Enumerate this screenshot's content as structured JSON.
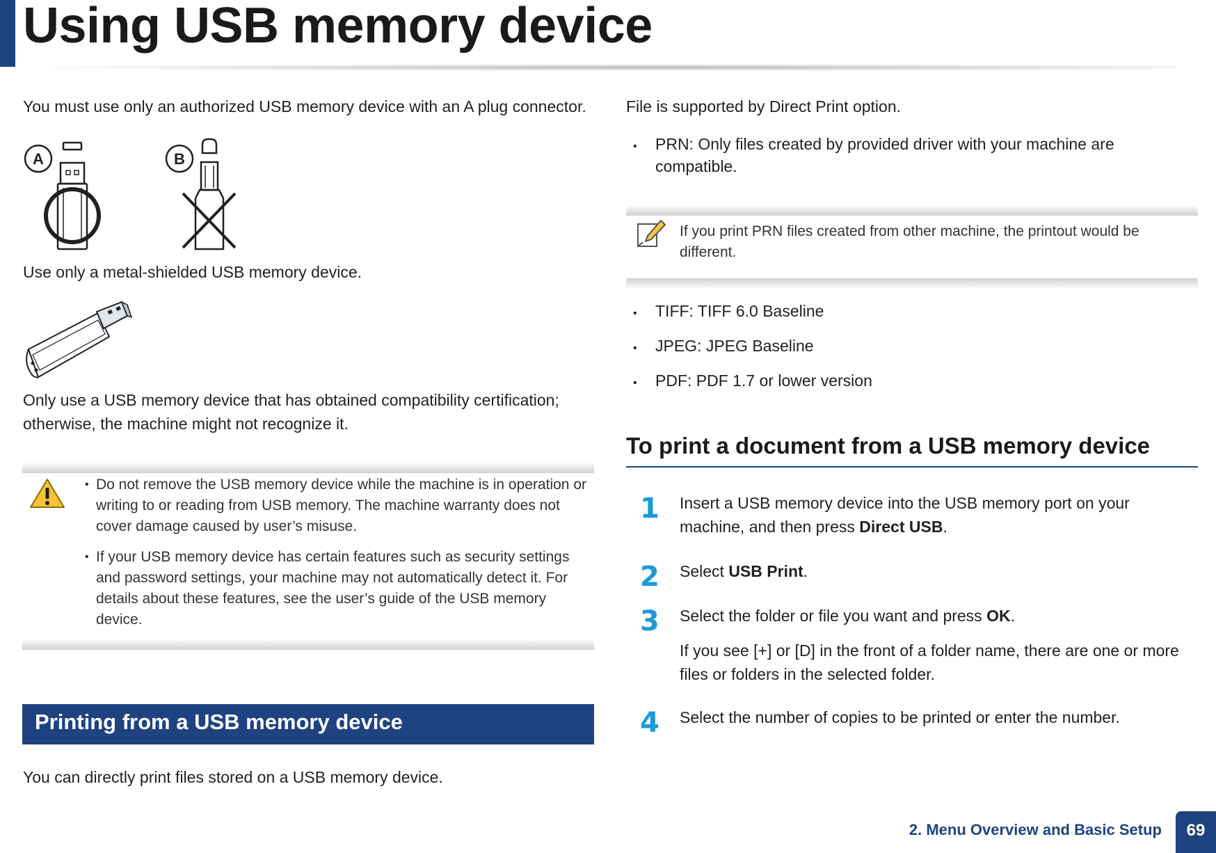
{
  "page": {
    "title": "Using USB memory device",
    "footer_section": "2. Menu Overview and Basic Setup",
    "page_number": "69"
  },
  "left": {
    "p1": "You must use only an authorized USB memory device with an A plug connector.",
    "plug_a_label": "A",
    "plug_b_label": "B",
    "p2": "Use only a metal-shielded USB memory device.",
    "p3_line1": "Only use a USB memory device that has obtained compatibility certification;",
    "p3_line2": "otherwise, the machine might not recognize it.",
    "caution_items": [
      "Do not remove the USB memory device while the machine is in operation or writing to or reading from USB memory. The machine warranty does not cover damage caused by user’s misuse.",
      "If your USB memory device has certain features such as security settings and password settings, your machine may not automatically detect it. For details about these features, see the user’s guide of the USB memory device."
    ],
    "section_title": "Printing from a USB memory device",
    "p4": "You can directly print files stored on a USB memory device."
  },
  "right": {
    "p1": "File is supported by Direct Print option.",
    "prn_line1": "PRN: Only files created by provided driver with your machine are",
    "prn_line2": "compatible.",
    "note_text": "If you print PRN files created from other machine, the printout would be different.",
    "formats": [
      "TIFF: TIFF 6.0 Baseline",
      "JPEG: JPEG Baseline",
      "PDF: PDF 1.7 or lower version"
    ],
    "heading": "To print a document from a USB memory device",
    "steps": [
      {
        "num": "1",
        "pre": "Insert a USB memory device into the USB memory port on your machine, and then press ",
        "bold": "Direct USB",
        "post": "."
      },
      {
        "num": "2",
        "pre": "Select ",
        "bold": "USB Print",
        "post": "."
      },
      {
        "num": "3",
        "pre": "Select the folder or file you want and press ",
        "bold": "OK",
        "post": "."
      },
      {
        "num": "4",
        "pre": "Select the number of copies to be printed or enter the number.",
        "bold": "",
        "post": ""
      }
    ],
    "step3_sub": "If you see [+] or [D] in the front of a folder name, there are one or more files or folders in the selected folder."
  }
}
